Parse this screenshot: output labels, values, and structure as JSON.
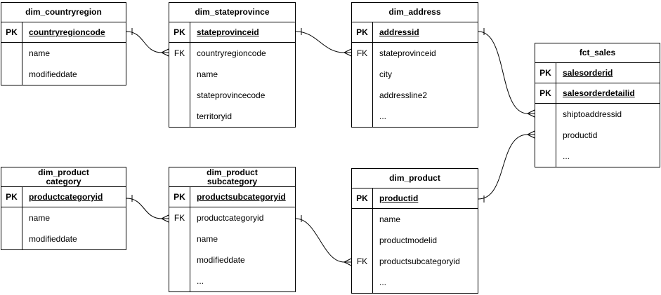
{
  "colors": {
    "line": "#000000",
    "background": "#ffffff",
    "text": "#000000"
  },
  "tables": {
    "dim_countryregion": {
      "title": "dim_countryregion",
      "rows": [
        {
          "key": "PK",
          "field": "countryregioncode",
          "pk": true
        },
        {
          "key": "",
          "field": "name",
          "pk": false
        },
        {
          "key": "",
          "field": "modifieddate",
          "pk": false
        }
      ]
    },
    "dim_stateprovince": {
      "title": "dim_stateprovince",
      "rows": [
        {
          "key": "PK",
          "field": "stateprovinceid",
          "pk": true
        },
        {
          "key": "FK",
          "field": "countryregioncode",
          "pk": false
        },
        {
          "key": "",
          "field": "name",
          "pk": false
        },
        {
          "key": "",
          "field": "stateprovincecode",
          "pk": false
        },
        {
          "key": "",
          "field": "territoryid",
          "pk": false
        }
      ]
    },
    "dim_address": {
      "title": "dim_address",
      "rows": [
        {
          "key": "PK",
          "field": "addressid",
          "pk": true
        },
        {
          "key": "FK",
          "field": "stateprovinceid",
          "pk": false
        },
        {
          "key": "",
          "field": "city",
          "pk": false
        },
        {
          "key": "",
          "field": "addressline2",
          "pk": false
        },
        {
          "key": "",
          "field": "...",
          "pk": false
        }
      ]
    },
    "fct_sales": {
      "title": "fct_sales",
      "rows": [
        {
          "key": "PK",
          "field": "salesorderid",
          "pk": true
        },
        {
          "key": "PK",
          "field": "salesorderdetailid",
          "pk": true
        },
        {
          "key": "",
          "field": "shiptoaddressid",
          "pk": false
        },
        {
          "key": "",
          "field": "productid",
          "pk": false
        },
        {
          "key": "",
          "field": "...",
          "pk": false
        }
      ]
    },
    "dim_product_category": {
      "title": "dim_product\ncategory",
      "rows": [
        {
          "key": "PK",
          "field": "productcategoryid",
          "pk": true
        },
        {
          "key": "",
          "field": "name",
          "pk": false
        },
        {
          "key": "",
          "field": "modifieddate",
          "pk": false
        }
      ]
    },
    "dim_product_subcategory": {
      "title": "dim_product\nsubcategory",
      "rows": [
        {
          "key": "PK",
          "field": "productsubcategoryid",
          "pk": true
        },
        {
          "key": "FK",
          "field": "productcategoryid",
          "pk": false
        },
        {
          "key": "",
          "field": "name",
          "pk": false
        },
        {
          "key": "",
          "field": "modifieddate",
          "pk": false
        },
        {
          "key": "",
          "field": "...",
          "pk": false
        }
      ]
    },
    "dim_product": {
      "title": "dim_product",
      "rows": [
        {
          "key": "PK",
          "field": "productid",
          "pk": true
        },
        {
          "key": "",
          "field": "name",
          "pk": false
        },
        {
          "key": "",
          "field": "productmodelid",
          "pk": false
        },
        {
          "key": "FK",
          "field": "productsubcategoryid",
          "pk": false
        },
        {
          "key": "",
          "field": "...",
          "pk": false
        }
      ]
    }
  },
  "relationships": [
    {
      "from": "dim_countryregion",
      "from_field": "countryregioncode",
      "to": "dim_stateprovince",
      "to_field": "countryregioncode",
      "cardinality": "one-to-many"
    },
    {
      "from": "dim_stateprovince",
      "from_field": "stateprovinceid",
      "to": "dim_address",
      "to_field": "stateprovinceid",
      "cardinality": "one-to-many"
    },
    {
      "from": "dim_address",
      "from_field": "addressid",
      "to": "fct_sales",
      "to_field": "shiptoaddressid",
      "cardinality": "one-to-many"
    },
    {
      "from": "dim_product",
      "from_field": "productid",
      "to": "fct_sales",
      "to_field": "productid",
      "cardinality": "one-to-many"
    },
    {
      "from": "dim_product_category",
      "from_field": "productcategoryid",
      "to": "dim_product_subcategory",
      "to_field": "productcategoryid",
      "cardinality": "one-to-many"
    },
    {
      "from": "dim_product_subcategory",
      "from_field": "productsubcategoryid",
      "to": "dim_product",
      "to_field": "productsubcategoryid",
      "cardinality": "one-to-many"
    }
  ]
}
